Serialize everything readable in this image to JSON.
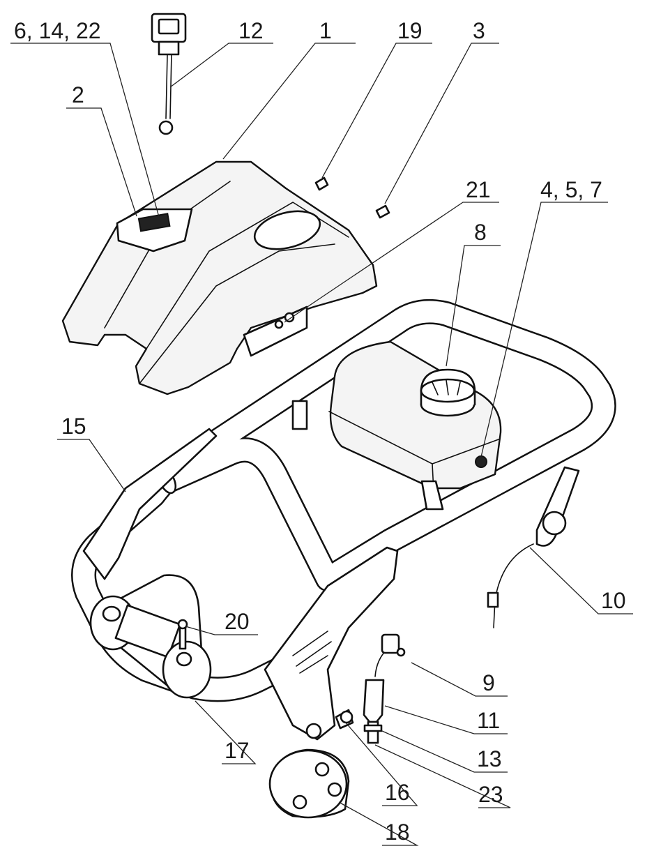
{
  "callouts": [
    {
      "id": "c-6-14-22",
      "label": "6, 14, 22"
    },
    {
      "id": "c-12",
      "label": "12"
    },
    {
      "id": "c-1",
      "label": "1"
    },
    {
      "id": "c-19",
      "label": "19"
    },
    {
      "id": "c-3",
      "label": "3"
    },
    {
      "id": "c-2",
      "label": "2"
    },
    {
      "id": "c-21",
      "label": "21"
    },
    {
      "id": "c-4-5-7",
      "label": "4, 5, 7"
    },
    {
      "id": "c-8",
      "label": "8"
    },
    {
      "id": "c-15",
      "label": "15"
    },
    {
      "id": "c-10",
      "label": "10"
    },
    {
      "id": "c-20",
      "label": "20"
    },
    {
      "id": "c-9",
      "label": "9"
    },
    {
      "id": "c-11",
      "label": "11"
    },
    {
      "id": "c-13",
      "label": "13"
    },
    {
      "id": "c-17",
      "label": "17"
    },
    {
      "id": "c-16",
      "label": "16"
    },
    {
      "id": "c-23",
      "label": "23"
    },
    {
      "id": "c-18",
      "label": "18"
    }
  ],
  "colors": {
    "ink": "#111111",
    "paper": "#ffffff"
  }
}
